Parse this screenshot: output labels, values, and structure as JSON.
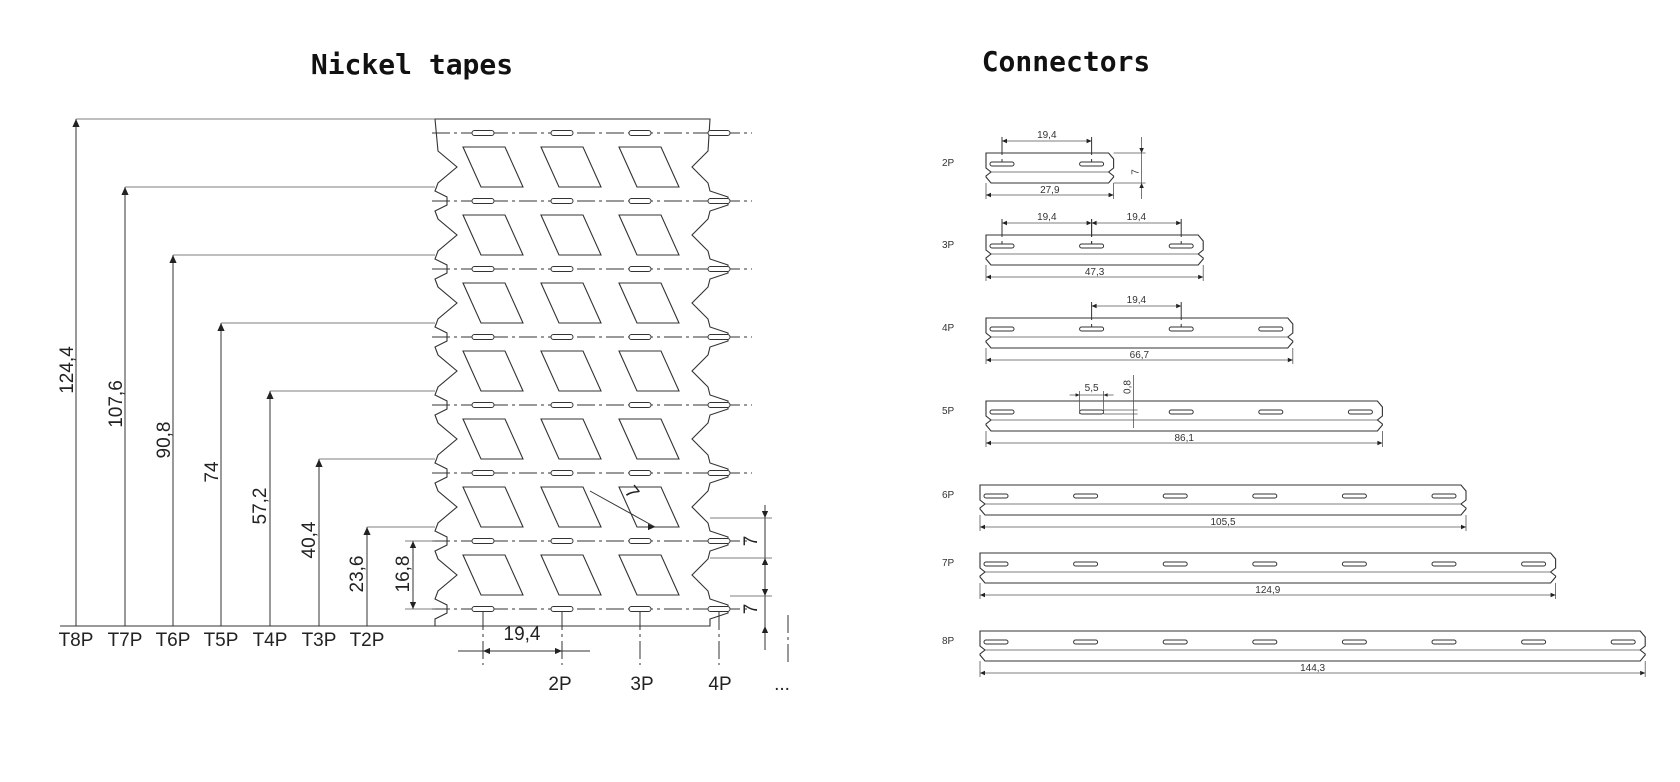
{
  "nickel": {
    "title": "Nickel tapes",
    "tape_labels": [
      "T8P",
      "T7P",
      "T6P",
      "T5P",
      "T4P",
      "T3P",
      "T2P"
    ],
    "tape_dims": [
      "124,4",
      "107,6",
      "90,8",
      "74",
      "57,2",
      "40,4",
      "23,6"
    ],
    "pitch_dim": "16,8",
    "tab_dim_upper": "7",
    "tab_dim_lower": "7",
    "diag_dim": "7",
    "horiz_dim": "19,4",
    "col_labels": [
      "2P",
      "3P",
      "4P",
      "..."
    ]
  },
  "connectors": {
    "title": "Connectors",
    "items": [
      {
        "label": "2P",
        "length": "27,9",
        "dims": [
          "19,4",
          "7"
        ]
      },
      {
        "label": "3P",
        "length": "47,3",
        "dims": [
          "19,4",
          "19,4"
        ]
      },
      {
        "label": "4P",
        "length": "66,7",
        "dims": [
          "19,4"
        ]
      },
      {
        "label": "5P",
        "length": "86,1",
        "dims": [
          "5,5",
          "0,8"
        ]
      },
      {
        "label": "6P",
        "length": "105,5",
        "dims": []
      },
      {
        "label": "7P",
        "length": "124,9",
        "dims": []
      },
      {
        "label": "8P",
        "length": "144,3",
        "dims": []
      }
    ]
  }
}
